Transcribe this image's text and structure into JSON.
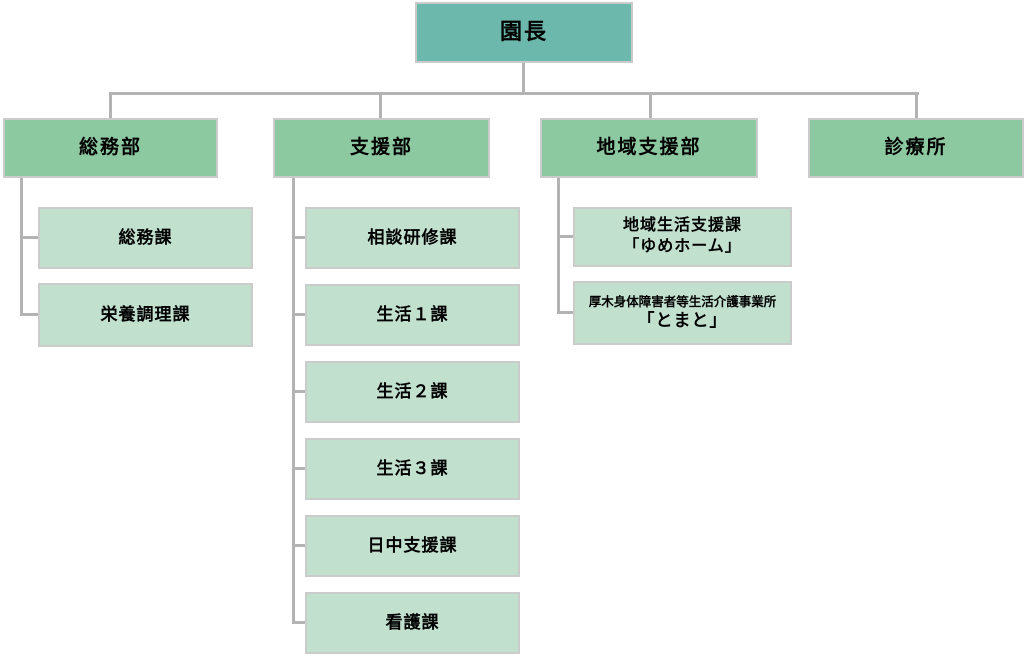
{
  "colors": {
    "page_bg": "#ffffff",
    "root_fill": "#6cb8ad",
    "dept_fill": "#8cc8a0",
    "child_fill": "#c1e0ce",
    "box_border": "#cbcbcb",
    "connector": "#b3b3b3",
    "text": "#000000"
  },
  "org": {
    "root": {
      "label": "園長"
    },
    "departments": [
      {
        "label": "総務部",
        "children": [
          {
            "lines": [
              "総務課"
            ]
          },
          {
            "lines": [
              "栄養調理課"
            ]
          }
        ]
      },
      {
        "label": "支援部",
        "children": [
          {
            "lines": [
              "相談研修課"
            ]
          },
          {
            "lines": [
              "生活１課"
            ]
          },
          {
            "lines": [
              "生活２課"
            ]
          },
          {
            "lines": [
              "生活３課"
            ]
          },
          {
            "lines": [
              "日中支援課"
            ]
          },
          {
            "lines": [
              "看護課"
            ]
          }
        ]
      },
      {
        "label": "地域支援部",
        "children": [
          {
            "lines": [
              "地域生活支援課",
              "「ゆめホーム」"
            ]
          },
          {
            "lines": [
              "厚木身体障害者等生活介護事業所",
              "「とまと」"
            ]
          }
        ]
      },
      {
        "label": "診療所",
        "children": []
      }
    ]
  }
}
